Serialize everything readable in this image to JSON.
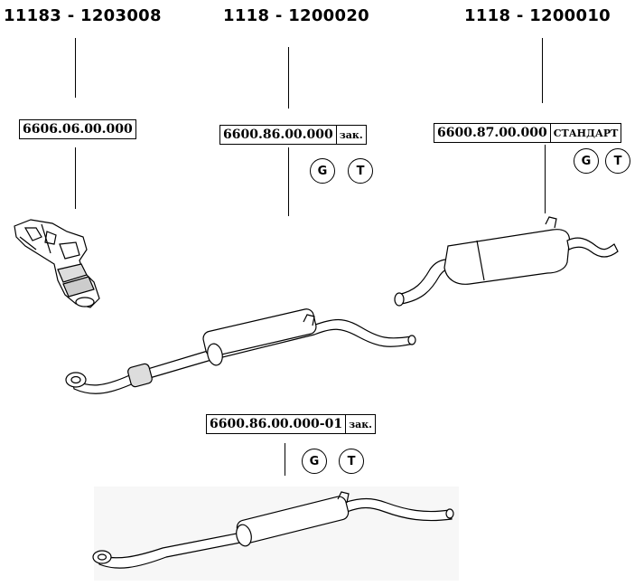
{
  "parts": [
    {
      "oem": "11183 - 1203008",
      "part_number": "6606.06.00.000",
      "note": "",
      "badges": []
    },
    {
      "oem": "1118 - 1200020",
      "part_number": "6600.86.00.000",
      "note": "зак.",
      "badges": [
        "G",
        "T"
      ]
    },
    {
      "oem": "1118 - 1200010",
      "part_number": "6600.87.00.000",
      "note": "СТАНДАРТ",
      "badges": [
        "G",
        "T"
      ]
    },
    {
      "oem": "",
      "part_number": "6600.86.00.000-01",
      "note": "зак.",
      "badges": [
        "G",
        "T"
      ]
    }
  ]
}
